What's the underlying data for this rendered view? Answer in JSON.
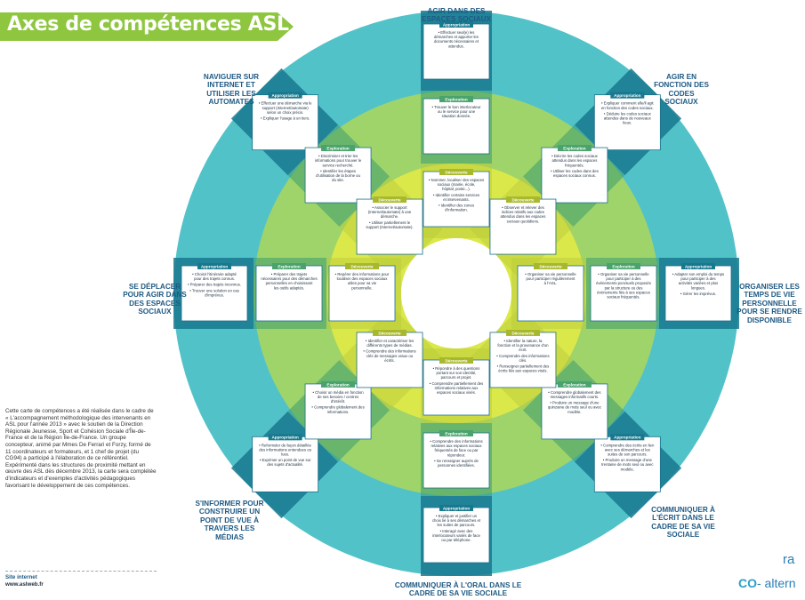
{
  "title": "Axes de compétences ASL",
  "axes": {
    "n": "AGIR DANS DES ESPACES SOCIAUX",
    "ne": "AGIR EN FONCTION DES CODES SOCIAUX",
    "e": "ORGANISER LES TEMPS DE VIE PERSONNELLE POUR SE RENDRE DISPONIBLE",
    "se": "COMMUNIQUER À L'ÉCRIT DANS LE CADRE DE SA VIE SOCIALE",
    "s": "COMMUNIQUER À L'ORAL DANS LE CADRE DE SA VIE SOCIALE",
    "sw": "S'INFORMER POUR CONSTRUIRE UN POINT DE VUE À TRAVERS LES MÉDIAS",
    "w": "SE DÉPLACER POUR AGIR DANS DES ESPACES SOCIAUX",
    "nw": "NAVIGUER SUR INTERNET ET UTILISER LES AUTOMATES"
  },
  "levels": {
    "appropriation": "Appropriation",
    "exploration": "Exploration",
    "decouverte": "Découverte"
  },
  "boxes": [
    {
      "id": "n_app",
      "level": "appropriation",
      "items": [
        "Effectuer seul(e) les démarches et apporter les documents nécessaires et attendus."
      ]
    },
    {
      "id": "n_exp",
      "level": "exploration",
      "items": [
        "Trouver le bon interlocuteur ou le service pour une situation donnée."
      ]
    },
    {
      "id": "n_dec",
      "level": "decouverte",
      "items": [
        "Nommer, localiser des espaces sociaux (mairie, école, hôpital, poste...).",
        "Identifier certains services et intervenants.",
        "Identifier des zones d'information."
      ]
    },
    {
      "id": "ne_app",
      "level": "appropriation",
      "items": [
        "Expliquer comment elle/il agit en fonction des codes sociaux.",
        "Déduire les codes sociaux attendus dans de nouveaux lieux."
      ]
    },
    {
      "id": "ne_exp",
      "level": "exploration",
      "items": [
        "Décrire les codes sociaux attendus dans les espaces fréquentés.",
        "Utiliser les codes dans des espaces sociaux connus."
      ]
    },
    {
      "id": "ne_dec",
      "level": "decouverte",
      "items": [
        "Observer et relever des indices relatifs aux codes attendus dans les espaces sociaux quotidiens."
      ]
    },
    {
      "id": "e_app",
      "level": "appropriation",
      "items": [
        "Adapter son emploi du temps pour participer à des activités variées et plus longues.",
        "Gérer les imprévus."
      ]
    },
    {
      "id": "e_exp",
      "level": "exploration",
      "items": [
        "Organiser sa vie personnelle pour participer à des événements ponctuels proposés par la structure ou des événements liés à ses espaces sociaux fréquentés."
      ]
    },
    {
      "id": "e_dec",
      "level": "decouverte",
      "items": [
        "Organiser sa vie personnelle pour participer régulièrement à l'ASL."
      ]
    },
    {
      "id": "se_app",
      "level": "appropriation",
      "items": [
        "Comprendre des écrits en lien avec ses démarches et les suites de son parcours.",
        "Produire un message d'une trentaine de mots seul ou avec modèle."
      ]
    },
    {
      "id": "se_exp",
      "level": "exploration",
      "items": [
        "Comprendre globalement des messages informatifs courts.",
        "Produire un message d'une quinzaine de mots seul ou avec modèle."
      ]
    },
    {
      "id": "se_dec",
      "level": "decouverte",
      "items": [
        "Identifier la nature, la fonction et la provenance d'un écrit.",
        "Comprendre des informations clés.",
        "Renseigner partiellement des écrits liés aux espaces visés."
      ]
    },
    {
      "id": "s_app",
      "level": "appropriation",
      "items": [
        "Expliquer et justifier un choix lié à ses démarches et les suites de parcours.",
        "Interagir avec des interlocuteurs variés de face ou par téléphone."
      ]
    },
    {
      "id": "s_exp",
      "level": "exploration",
      "items": [
        "Comprendre des informations relatives aux espaces sociaux fréquentés de face ou par répondeur.",
        "Se renseigner auprès de personnes identifiées."
      ]
    },
    {
      "id": "s_dec",
      "level": "decouverte",
      "items": [
        "Répondre à des questions portant sur son identité, parcours et projet.",
        "Comprendre partiellement des informations relatives aux espaces sociaux visés."
      ]
    },
    {
      "id": "sw_app",
      "level": "appropriation",
      "items": [
        "Reformuler de façon détaillée des informations entendues ou lues.",
        "Exprimer un point de vue sur des sujets d'actualité."
      ]
    },
    {
      "id": "sw_exp",
      "level": "exploration",
      "items": [
        "Choisir un média en fonction de ses besoins / centres d'intérêt.",
        "Comprendre globalement des informations."
      ]
    },
    {
      "id": "sw_dec",
      "level": "decouverte",
      "items": [
        "Identifier et caractériser les différents types de médias.",
        "Comprendre des informations clés de messages oraux ou écrits."
      ]
    },
    {
      "id": "w_app",
      "level": "appropriation",
      "items": [
        "Choisir l'itinéraire adapté pour des trajets connus.",
        "Préparer des trajets inconnus.",
        "Trouver une solution en cas d'imprévus."
      ]
    },
    {
      "id": "w_exp",
      "level": "exploration",
      "items": [
        "Préparer des trajets nécessaires pour des démarches personnelles en choisissant les outils adaptés."
      ]
    },
    {
      "id": "w_dec",
      "level": "decouverte",
      "items": [
        "Repérer des informations pour localiser des espaces sociaux utiles pour sa vie personnelle."
      ]
    },
    {
      "id": "nw_app",
      "level": "appropriation",
      "items": [
        "Effectuer une démarche via le support (Internet/automate) selon un choix précis.",
        "Expliquer l'usage à un tiers."
      ]
    },
    {
      "id": "nw_exp",
      "level": "exploration",
      "items": [
        "Discriminer et trier les informations pour trouver le service recherché.",
        "Identifier les étapes d'utilisation de la borne ou du site."
      ]
    },
    {
      "id": "nw_dec",
      "level": "decouverte",
      "items": [
        "Associer le support (Internet/automate) à une démarche.",
        "Utiliser partiellement le support (Internet/automate)."
      ]
    }
  ],
  "description": "Cette carte de compétences a été réalisée dans le cadre de « L'accompagnement méthodologique des intervenants en ASL pour l'année 2013 » avec le soutien de la Direction Régionale Jeunesse, Sport et Cohésion Sociale d'Île-de-France et de la Région Île-de-France. Un groupe concepteur, animé par Mmes De Ferrari et Forzy, formé de 11 coordinateurs et formateurs, et 1 chef de projet (du CG94) a participé à l'élaboration de ce référentiel. Expérimenté dans les structures de proximité mettant en œuvre des ASL dès décembre 2013, la carte sera complétée d'indicateurs et d'exemples d'activités pédagogiques favorisant le développement de ces compétences.",
  "site_label": "Site internet",
  "site_url": "www.aslweb.fr",
  "logo_top": "ra",
  "logo_bottom": "- altern",
  "logo_mark": "CO",
  "colors": {
    "banner": "#8ec63f",
    "outer_ring": "#52c2c9",
    "middle_ring": "#9fd46a",
    "inner_ring": "#dbe84a",
    "core": "#ffffff",
    "axis_band": "#17788e",
    "axis_band_mid": "#3d9a6d",
    "axis_band_inner": "#b8c93a",
    "title_blue": "#1f5a84",
    "box_border": "#1b6f8a"
  }
}
